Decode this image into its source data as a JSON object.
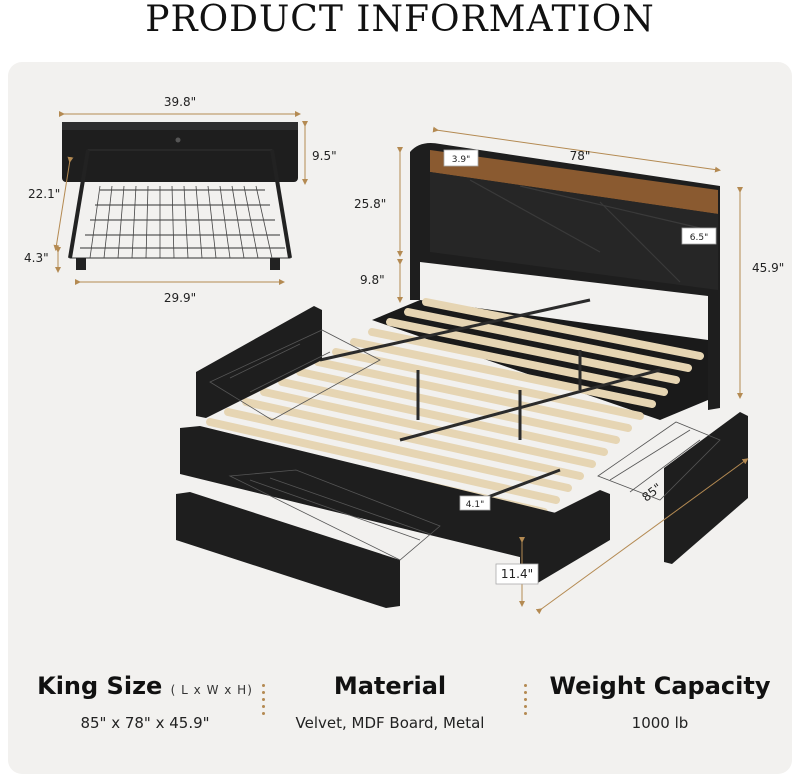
{
  "title": "PRODUCT INFORMATION",
  "drawer_dims": {
    "width_top": "39.8\"",
    "width_bottom": "29.9\"",
    "height": "9.5\"",
    "depth": "22.1\"",
    "clearance": "4.3\""
  },
  "bed_dims": {
    "shelf_depth": "3.9\"",
    "headboard_width": "78\"",
    "headboard_height": "25.8\"",
    "leg_clearance": "9.8\"",
    "shelf_height": "6.5\"",
    "total_height": "45.9\"",
    "length": "85\"",
    "slat_gap": "4.1\"",
    "side_height": "11.4\""
  },
  "specs": {
    "size": {
      "label": "King Size",
      "sub": "( L x W x H)",
      "value": "85\" x 78\" x 45.9\""
    },
    "material": {
      "label": "Material",
      "value": "Velvet, MDF Board, Metal"
    },
    "capacity": {
      "label": "Weight Capacity",
      "value": "1000 lb"
    }
  },
  "colors": {
    "accent": "#b48a52",
    "fabric": "#1e1e1e",
    "slat": "#e6d5b3",
    "panel": "#f2f1ef",
    "wood": "#8a5a30"
  }
}
